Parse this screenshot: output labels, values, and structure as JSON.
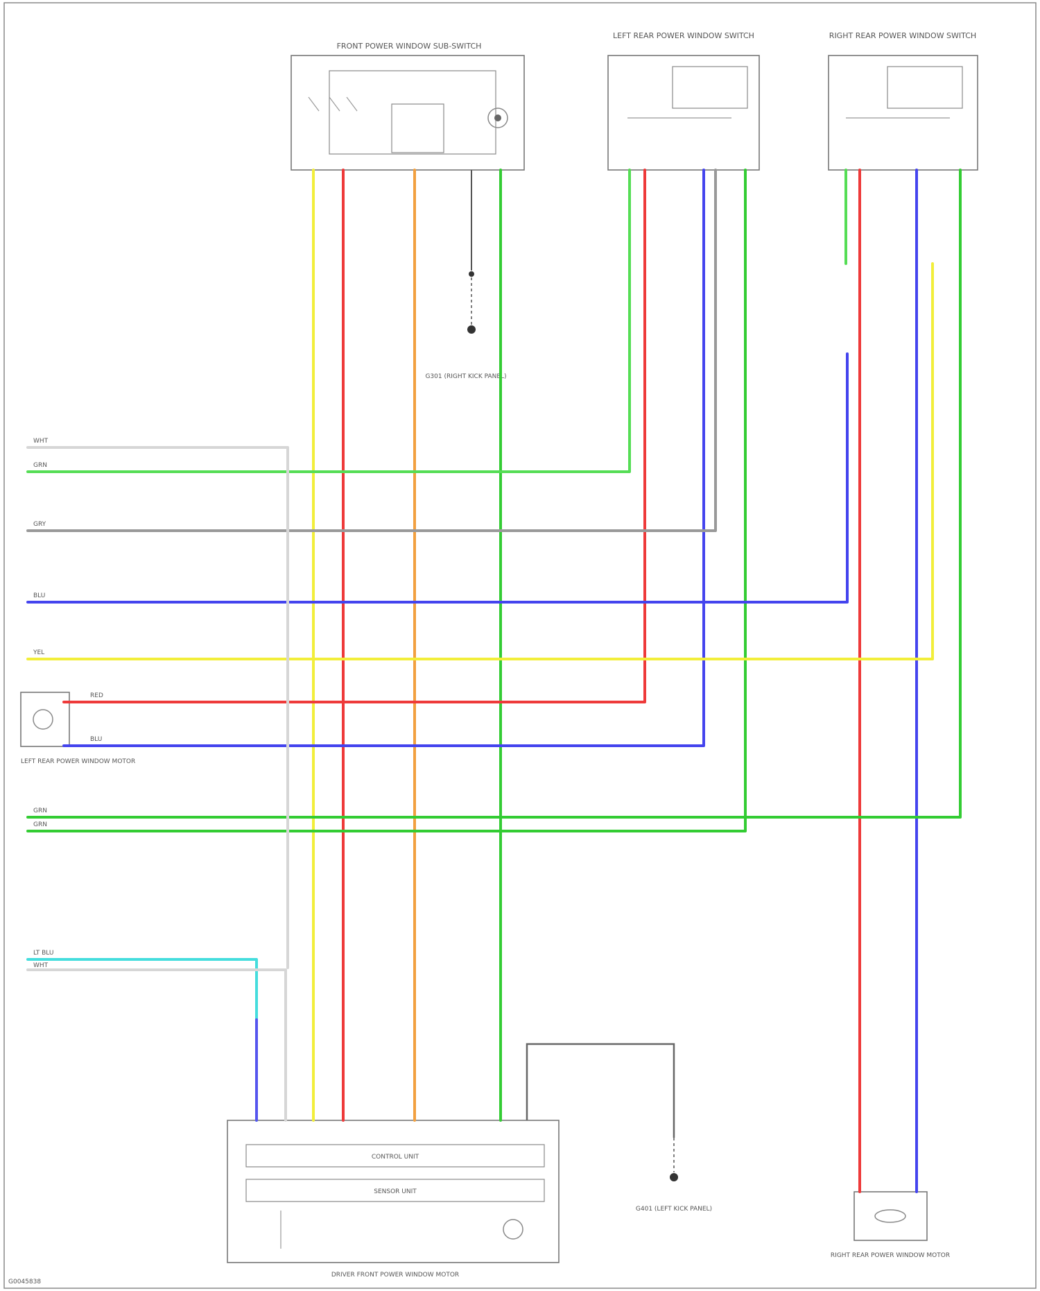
{
  "components": {
    "front_master": "FRONT POWER WINDOW SUB-SWITCH",
    "left_rear_switch": "LEFT REAR POWER WINDOW SWITCH",
    "right_rear_switch": "RIGHT REAR POWER WINDOW SWITCH",
    "left_rear_motor": "LEFT REAR POWER WINDOW MOTOR",
    "right_rear_motor": "RIGHT REAR POWER WINDOW MOTOR",
    "driver_motor": "DRIVER FRONT POWER WINDOW MOTOR",
    "control_unit": "CONTROL UNIT",
    "sensor_unit": "SENSOR UNIT",
    "ground_a": "G301 (RIGHT KICK PANEL)",
    "ground_b": "G401 (LEFT KICK PANEL)"
  },
  "left_wires": [
    {
      "label": "WHT",
      "color": "#bbbbbb"
    },
    {
      "label": "GRN",
      "color": "#33cc33"
    },
    {
      "label": "GRY",
      "color": "#888888"
    },
    {
      "label": "BLU",
      "color": "#3333ee"
    },
    {
      "label": "YEL",
      "color": "#eeee22"
    },
    {
      "label": "RED",
      "color": "#ee3333"
    },
    {
      "label": "BLU",
      "color": "#3333ee"
    },
    {
      "label": "GRN",
      "color": "#33cc33"
    },
    {
      "label": "GRN",
      "color": "#33cc33"
    },
    {
      "label": "LT BLU",
      "color": "#33dddd"
    },
    {
      "label": "WHT",
      "color": "#bbbbbb"
    }
  ],
  "footer": "G0045838"
}
